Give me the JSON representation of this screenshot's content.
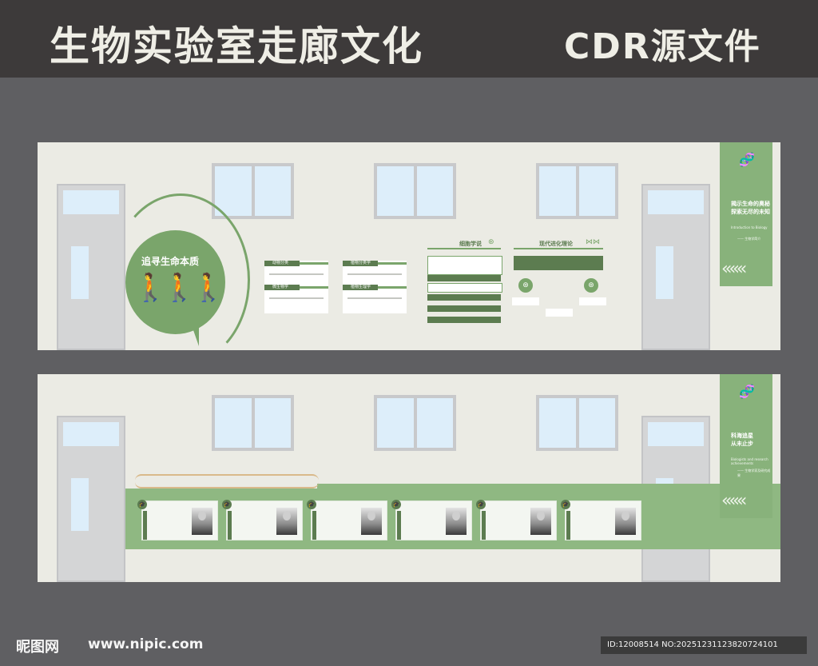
{
  "header": {
    "title": "生物实验室走廊文化",
    "subtitle": "CDR源文件"
  },
  "top_wall": {
    "bubble_title": "追寻生命本质",
    "evolution_icon": "human-evolution-icon",
    "cards": [
      {
        "title": "动物分类"
      },
      {
        "title": "植物分类学"
      },
      {
        "title": "微生物学"
      },
      {
        "title": "植物生理学"
      }
    ],
    "cell_theory_title": "细胞学说",
    "evolution_theory_title": "现代进化理论",
    "side_panel": {
      "line1": "揭示生命的奥秘",
      "line2": "探索无尽的未知",
      "english": "Introduction to Biology",
      "tag": "—— 生物学简介"
    }
  },
  "bottom_wall": {
    "side_panel": {
      "line1": "科海追星",
      "line2": "从未止步",
      "english": "Biologists and research achievements",
      "tag": "—— 生物学家及研究成果"
    },
    "portraits": [
      {
        "name": "scientist-1"
      },
      {
        "name": "scientist-2"
      },
      {
        "name": "scientist-3"
      },
      {
        "name": "scientist-4"
      },
      {
        "name": "scientist-5"
      },
      {
        "name": "scientist-6"
      }
    ]
  },
  "footer": {
    "watermark": "昵图网",
    "url": "www.nipic.com",
    "id": "ID:12008514 NO:20251231123820724101"
  },
  "colors": {
    "primary_green": "#7aa56b",
    "dark_green": "#5c7c50",
    "wall": "#ebebe4"
  }
}
